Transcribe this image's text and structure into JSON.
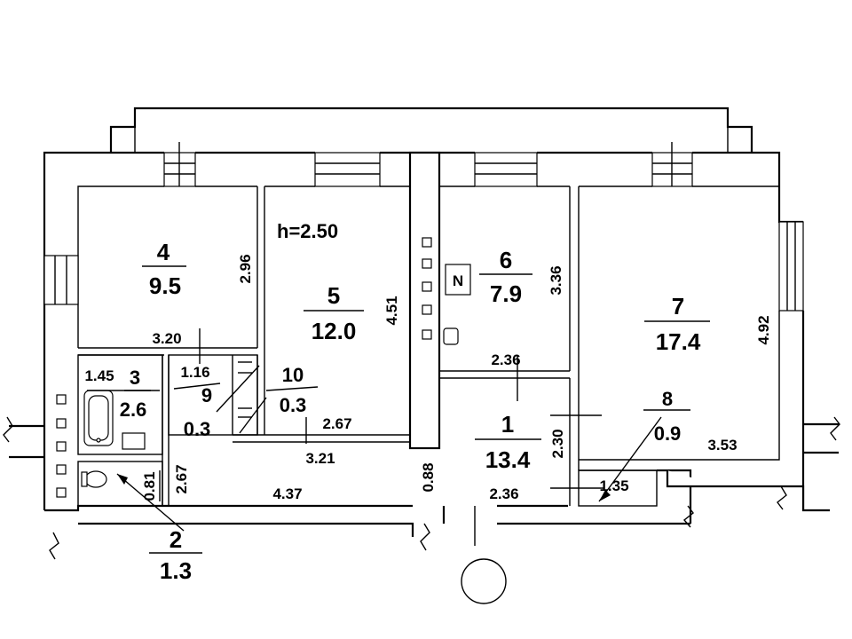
{
  "ceiling_height": "h=2.50",
  "rooms": [
    {
      "number": "1",
      "area": "13.4"
    },
    {
      "number": "2",
      "area": "1.3"
    },
    {
      "number": "3",
      "area": "2.6"
    },
    {
      "number": "4",
      "area": "9.5"
    },
    {
      "number": "5",
      "area": "12.0"
    },
    {
      "number": "6",
      "area": "7.9"
    },
    {
      "number": "7",
      "area": "17.4"
    },
    {
      "number": "8",
      "area": "0.9"
    },
    {
      "number": "9",
      "area": "0.3"
    },
    {
      "number": "10",
      "area": "0.3"
    }
  ],
  "dimensions": {
    "r4_width": "3.20",
    "r4_depth": "2.96",
    "r5_depth": "4.51",
    "r6_width": "2.36",
    "r6_depth": "3.36",
    "r7_depth": "4.92",
    "r7_width": "3.53",
    "r3_width": "1.45",
    "r9_width": "1.16",
    "r10_width": "2.67",
    "hall_width": "3.21",
    "r2_depth": "2.67",
    "r2_width": "0.81",
    "corridor_len": "4.37",
    "door_width": "0.88",
    "r1_width": "2.36",
    "r1_depth": "2.30",
    "r8_width": "1.35"
  },
  "compass_label": "N"
}
